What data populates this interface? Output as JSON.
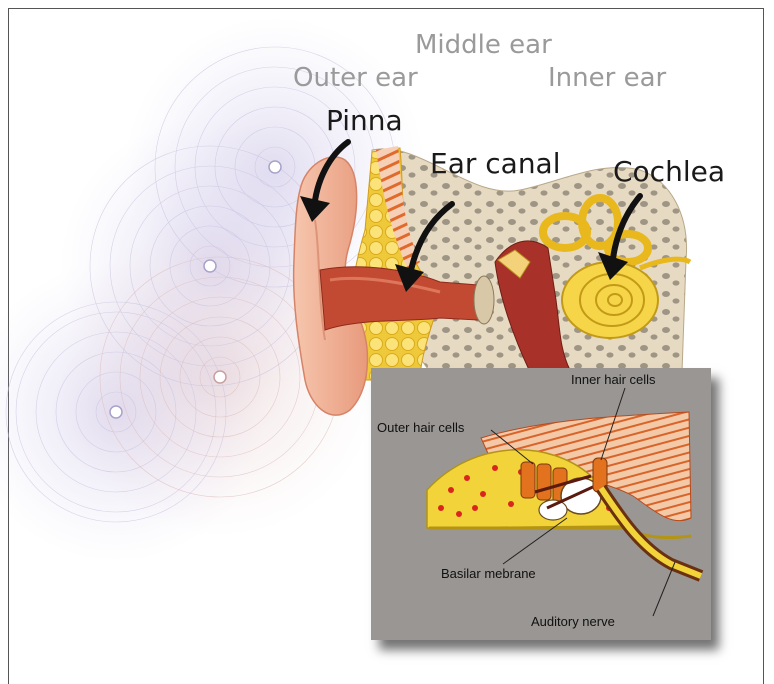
{
  "regions": {
    "middle_ear": "Middle ear",
    "outer_ear": "Outer ear",
    "inner_ear": "Inner ear"
  },
  "parts": {
    "pinna": "Pinna",
    "ear_canal": "Ear canal",
    "cochlea": "Cochlea"
  },
  "inset": {
    "inner_hair_cells": "Inner hair cells",
    "outer_hair_cells": "Outer hair cells",
    "basilar_membrane": "Basilar mebrane",
    "auditory_nerve": "Auditory nerve"
  },
  "colors": {
    "inset_background": "#999694",
    "label_gray": "#9a9a9a",
    "bone": "#e4d6bd",
    "skin": "#f0b49a",
    "canal_red": "#b13a2a",
    "cochlea_yellow": "#f6d548"
  }
}
